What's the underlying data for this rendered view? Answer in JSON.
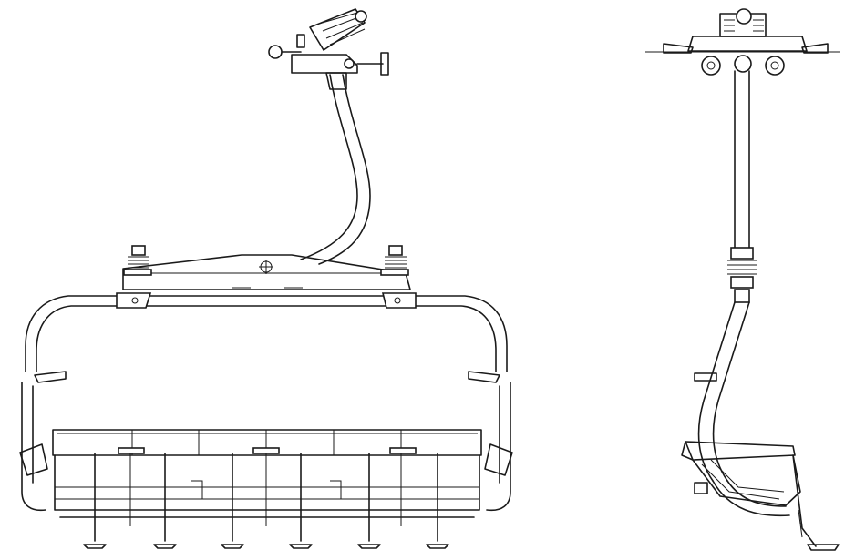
{
  "figure": {
    "subject": "chairlift",
    "views": [
      "front-view",
      "side-view"
    ],
    "stroke_color": "#1a1a1a",
    "background_color": "#ffffff",
    "front_view": {
      "footrest_count": 6,
      "spring_count": 2
    },
    "side_view": {
      "wheel_count": 2
    }
  }
}
